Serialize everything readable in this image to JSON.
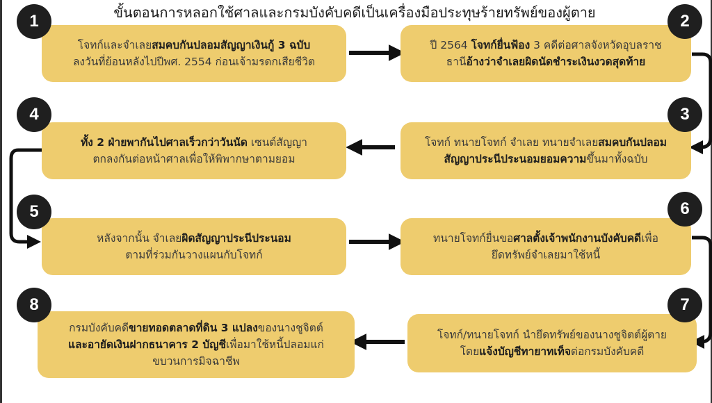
{
  "title": "ขั้นตอนการหลอกใช้ศาลและกรมบังคับคดีเป็นเครื่องมือประทุษร้ายทรัพย์ของผู้ตาย",
  "steps": [
    {
      "number": "1",
      "line1_pre": "โจทก์และจำเลย",
      "line1_bold": "สมคบกันปลอมสัญญาเงินกู้ 3 ฉบับ",
      "line1_post": "",
      "line2_pre": "ลงวันที่ย้อนหลังไปปีพศ. 2554 ก่อนเจ้ามรดกเสียชีวิต",
      "line2_bold": "",
      "line2_post": ""
    },
    {
      "number": "2",
      "line1_pre": "ปี 2564 ",
      "line1_bold": "โจทก์ยื่นฟ้อง",
      "line1_post": " 3 คดีต่อศาลจังหวัดอุบลราช",
      "line2_pre": "ธานี",
      "line2_bold": "อ้างว่าจำเลยผิดนัดชำระเงินงวดสุดท้าย",
      "line2_post": ""
    },
    {
      "number": "3",
      "line1_pre": "โจทก์ ทนายโจทก์ จำเลย ทนายจำเลย",
      "line1_bold": "สมคบกันปลอม",
      "line1_post": "",
      "line2_pre": "",
      "line2_bold": "สัญญาประนีประนอมยอมความ",
      "line2_post": "ขึ้นมาทั้งฉบับ"
    },
    {
      "number": "4",
      "line1_pre": "",
      "line1_bold": "ทั้ง 2 ฝ่ายพากันไปศาลเร็วกว่าวันนัด",
      "line1_post": " เซนต์สัญญา",
      "line2_pre": "ตกลงกันต่อหน้าศาลเพื่อให้พิพากษาตามยอม",
      "line2_bold": "",
      "line2_post": ""
    },
    {
      "number": "5",
      "line1_pre": "หลังจากนั้น จำเลย",
      "line1_bold": "ผิดสัญญาประนีประนอม",
      "line1_post": "",
      "line2_pre": "ตามที่ร่วมกันวางแผนกับโจทก์",
      "line2_bold": "",
      "line2_post": ""
    },
    {
      "number": "6",
      "line1_pre": "ทนายโจทก์ยื่นขอ",
      "line1_bold": "ศาลตั้งเจ้าพนักงานบังคับคดี",
      "line1_post": "เพื่อ",
      "line2_pre": "ยึดทรัพย์จำเลยมาใช้หนี้",
      "line2_bold": "",
      "line2_post": ""
    },
    {
      "number": "7",
      "line1_pre": "โจทก์/ทนายโจทก์ นำยึดทรัพย์ของนางชูจิตต์ผู้ตาย",
      "line1_bold": "",
      "line1_post": "",
      "line2_pre": "โดย",
      "line2_bold": "แจ้งบัญชีทายาทเท็จ",
      "line2_post": "ต่อกรมบังคับคดี"
    },
    {
      "number": "8",
      "line1_pre": "กรมบังคับคดี",
      "line1_bold": "ขายทอดตลาดที่ดิน 3 แปลง",
      "line1_post": "ของนางชูจิตต์",
      "line2_pre": "",
      "line2_bold": "และอายัดเงินฝากธนาคาร 2 บัญชี",
      "line2_post": "เพื่อมาใช้หนี้ปลอมแก่",
      "line3": "ขบวนการมิจฉาชีพ"
    }
  ]
}
